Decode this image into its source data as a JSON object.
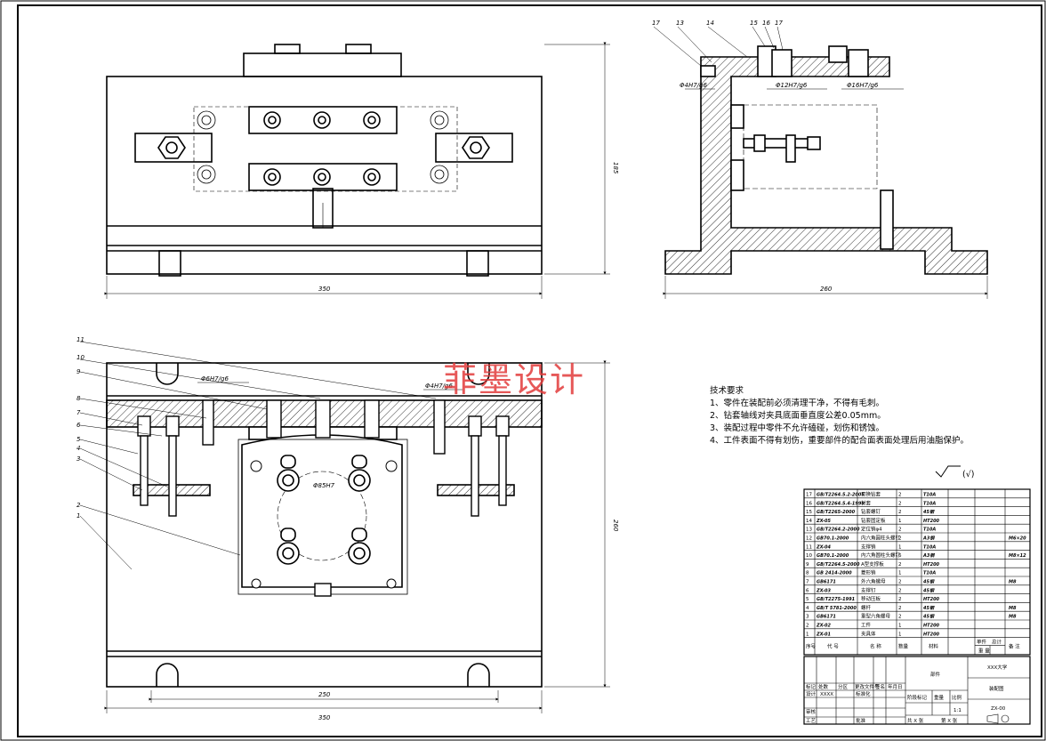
{
  "watermark": "菲墨设计",
  "dimensions": {
    "top_width": "350",
    "top_height": "185",
    "side_width": "260",
    "bottom_inner_width": "250",
    "bottom_width": "350",
    "bottom_height": "260"
  },
  "fits": {
    "side_fit_1": "Φ4H7/g6",
    "side_fit_2": "Φ12H7/g6",
    "side_fit_3": "Φ16H7/g6",
    "bottom_fit_1": "Φ6H7/g6",
    "bottom_fit_2": "Φ4H7/g6",
    "bore_fit": "Φ85H7"
  },
  "side_balloons": [
    "17",
    "13",
    "14",
    "15",
    "16",
    "17"
  ],
  "bottom_balloons": [
    "11",
    "10",
    "9",
    "8",
    "7",
    "6",
    "5",
    "4",
    "3",
    "2",
    "1"
  ],
  "tech_requirements": {
    "title": "技术要求",
    "items": [
      "1、零件在装配前必须清理干净，不得有毛刺。",
      "2、钻套轴线对夹具底面垂直度公差0.05mm。",
      "3、装配过程中零件不允许磕碰，划伤和锈蚀。",
      "4、工件表面不得有划伤，重要部件的配合面表面处理后用油脂保护。"
    ]
  },
  "roughness": "(√)",
  "bom": {
    "headers": [
      "序号",
      "代   号",
      "名   称",
      "数量",
      "材料",
      "单件",
      "总计",
      "备 注"
    ],
    "weight_header": "重  量",
    "rows": [
      [
        "17",
        "GB/T2264.5.2-2005",
        "可换钻套",
        "2",
        "T10A",
        ""
      ],
      [
        "16",
        "GB/T2264.5.4-1999",
        "衬套",
        "2",
        "T10A",
        ""
      ],
      [
        "15",
        "GB/T2265-2000",
        "钻套螺钉",
        "2",
        "45钢",
        ""
      ],
      [
        "14",
        "ZX-05",
        "钻套固定板",
        "1",
        "HT200",
        ""
      ],
      [
        "13",
        "GB/T2264.2-2000",
        "定位销φ4",
        "2",
        "T10A",
        ""
      ],
      [
        "12",
        "GB70.1-2000",
        "内六角圆柱头螺钉",
        "2",
        "A3钢",
        "M6×20"
      ],
      [
        "11",
        "ZX-04",
        "支撑销",
        "1",
        "T10A",
        ""
      ],
      [
        "10",
        "GB70.1-2000",
        "内六角圆柱头螺钉",
        "6",
        "A3钢",
        "M8×12"
      ],
      [
        "9",
        "GB/T2264.5-2000",
        "A型支撑板",
        "2",
        "HT200",
        ""
      ],
      [
        "8",
        "GB 2414-2000",
        "菱形销",
        "1",
        "T10A",
        ""
      ],
      [
        "7",
        "GB6171",
        "外六角螺母",
        "2",
        "45钢",
        "M8"
      ],
      [
        "6",
        "ZX-03",
        "支撑钉",
        "2",
        "45钢",
        ""
      ],
      [
        "5",
        "GB/T2275-1991",
        "移动压板",
        "2",
        "HT200",
        ""
      ],
      [
        "4",
        "GB/T 5781-2000",
        "螺杆",
        "2",
        "45钢",
        "M8"
      ],
      [
        "3",
        "GB6171",
        "重型六角螺母",
        "2",
        "45钢",
        "M8"
      ],
      [
        "2",
        "ZX-02",
        "工件",
        "1",
        "HT200",
        ""
      ],
      [
        "1",
        "ZX-01",
        "夹具体",
        "1",
        "HT200",
        ""
      ]
    ]
  },
  "title_block": {
    "part": "部件",
    "school": "XXX大学",
    "drawing_name": "装配图",
    "drawing_no": "ZX-00",
    "stage_label": "阶段标记",
    "weight_label": "重量",
    "scale_label": "比例",
    "scale": "1:1",
    "sheet_total": "共 X 张",
    "sheet_no": "第 X 张",
    "row_labels": [
      "标记",
      "处数",
      "分区",
      "更改文件号",
      "签名",
      "年月日"
    ],
    "design_label": "设计",
    "design_name": "XXXX",
    "standard_label": "标准化",
    "review_label": "审核",
    "process_label": "工艺",
    "approve_label": "批准"
  }
}
